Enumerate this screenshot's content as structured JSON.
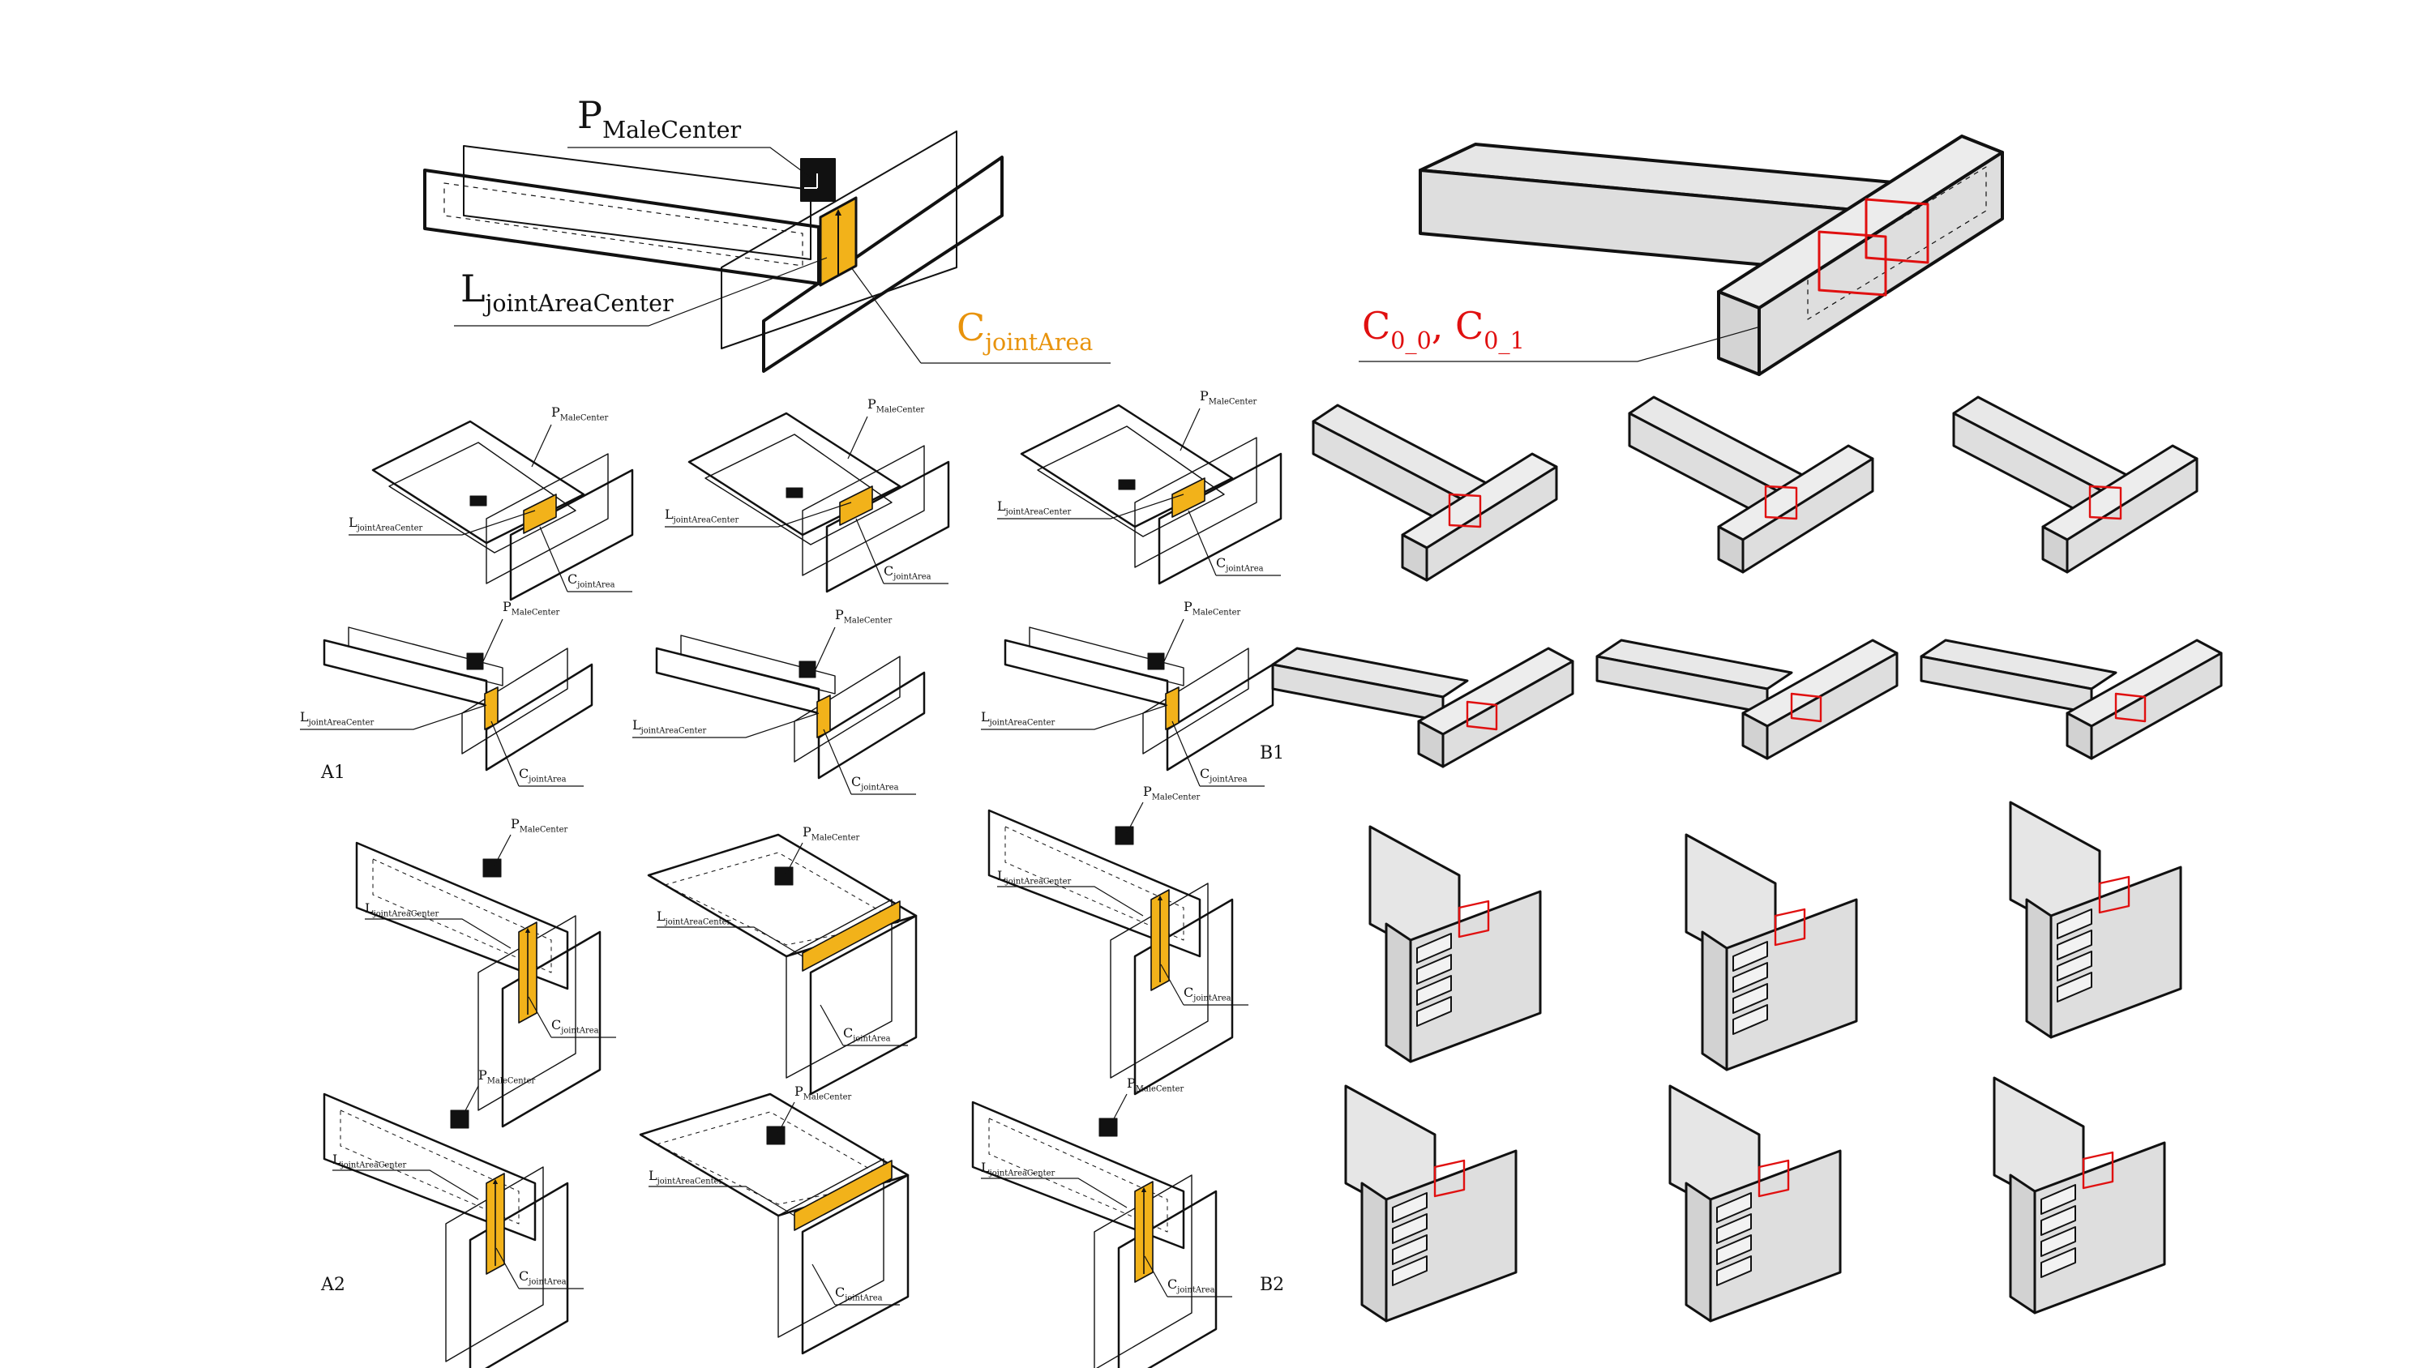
{
  "labels": {
    "p_main": "P",
    "p_sub": "MaleCenter",
    "l_main": "L",
    "l_sub": "jointAreaCenter",
    "c_main": "C",
    "c_sub": "jointArea",
    "red_a_main": "C",
    "red_a_sub": "0_0",
    "red_sep": ", ",
    "red_b_main": "C",
    "red_b_sub": "0_1"
  },
  "section_tags": {
    "a1": "A1",
    "a2": "A2",
    "b1": "B1",
    "b2": "B2"
  },
  "colors": {
    "joint_area": "#f2b21a",
    "joint_area_label": "#e8930c",
    "frame_highlight": "#e01010",
    "beam_fill": "#dedede",
    "stroke": "#111111"
  }
}
